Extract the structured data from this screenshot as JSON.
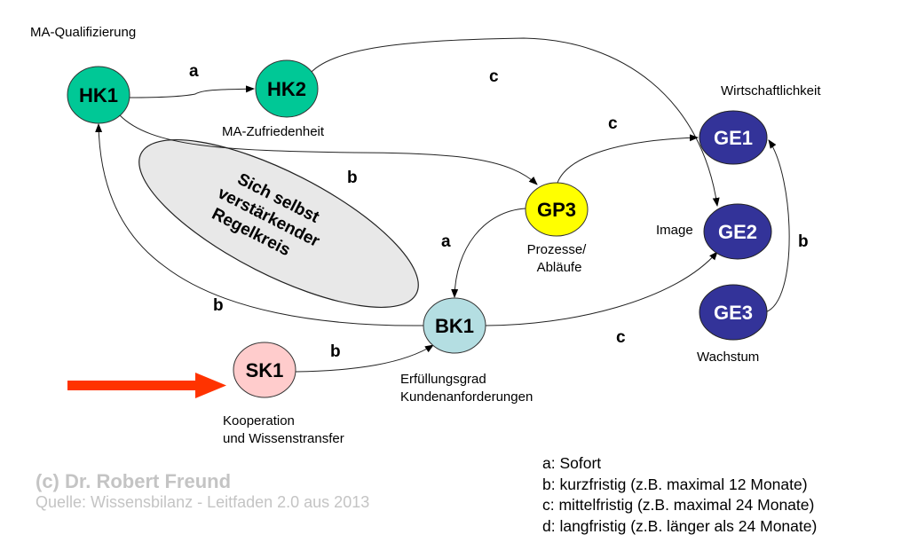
{
  "diagram": {
    "nodes": {
      "HK1": {
        "label": "HK1",
        "caption": "MA-Qualifizierung",
        "fill": "#00C896",
        "text_color": "#000000"
      },
      "HK2": {
        "label": "HK2",
        "caption": "MA-Zufriedenheit",
        "fill": "#00C896",
        "text_color": "#000000"
      },
      "GP3": {
        "label": "GP3",
        "caption_lines": [
          "Prozesse/",
          "Abläufe"
        ],
        "fill": "#FFFF00",
        "text_color": "#000000"
      },
      "BK1": {
        "label": "BK1",
        "caption_lines": [
          "Erfüllungsgrad",
          "Kundenanforderungen"
        ],
        "fill": "#B4DEE2",
        "text_color": "#000000"
      },
      "SK1": {
        "label": "SK1",
        "caption_lines": [
          "Kooperation",
          "und Wissenstransfer"
        ],
        "fill": "#FFCCCC",
        "text_color": "#000000"
      },
      "GE1": {
        "label": "GE1",
        "caption": "Wirtschaftlichkeit",
        "fill": "#333399",
        "text_color": "#FFFFFF"
      },
      "GE2": {
        "label": "GE2",
        "caption": "Image",
        "fill": "#333399",
        "text_color": "#FFFFFF"
      },
      "GE3": {
        "label": "GE3",
        "caption": "Wachstum",
        "fill": "#333399",
        "text_color": "#FFFFFF"
      }
    },
    "edges": [
      {
        "from": "HK1",
        "to": "HK2",
        "label": "a"
      },
      {
        "from": "HK2",
        "to": "GE2",
        "label": "c"
      },
      {
        "from": "HK1",
        "to": "GP3",
        "label": "b"
      },
      {
        "from": "GP3",
        "to": "GE1",
        "label": "c"
      },
      {
        "from": "GP3",
        "to": "BK1",
        "label": "a"
      },
      {
        "from": "BK1",
        "to": "HK1",
        "label": "b"
      },
      {
        "from": "BK1",
        "to": "GE2",
        "label": "c"
      },
      {
        "from": "SK1",
        "to": "BK1",
        "label": "b"
      },
      {
        "from": "GE3",
        "to": "GE1",
        "label": "b"
      }
    ],
    "loop_label_lines": [
      "Sich selbst",
      "verstärkender",
      "Regelkreis"
    ],
    "loop_fill": "#E8E8E8",
    "entry_arrow_color": "#FF3300"
  },
  "footer": {
    "author": "(c) Dr. Robert Freund",
    "source": "Quelle: Wissensbilanz - Leitfaden 2.0 aus 2013"
  },
  "legend": [
    "a: Sofort",
    "b: kurzfristig (z.B. maximal 12 Monate)",
    "c: mittelfristig (z.B. maximal 24 Monate)",
    "d: langfristig (z.B. länger als 24 Monate)"
  ]
}
